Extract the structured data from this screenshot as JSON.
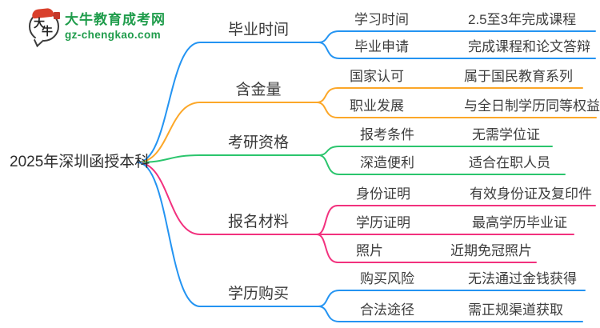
{
  "brand": {
    "name": "大牛教育成考网",
    "domain": "gz-chengkao.com",
    "seal_char1": "大",
    "seal_char2": "牛"
  },
  "central": {
    "label": "2025年深圳函授本科"
  },
  "colors": {
    "blue": "#2494F2",
    "orange": "#FCA728",
    "green": "#2BC56D",
    "pink": "#F2317E",
    "brand_green": "#1F9C4B",
    "brand_red": "#D9402C",
    "text": "#3D3D3D"
  },
  "branches": [
    {
      "label": "毕业时间",
      "color": "blue",
      "children": [
        {
          "label": "学习时间",
          "value": "2.5至3年完成课程"
        },
        {
          "label": "毕业申请",
          "value": "完成课程和论文答辩"
        }
      ]
    },
    {
      "label": "含金量",
      "color": "orange",
      "children": [
        {
          "label": "国家认可",
          "value": "属于国民教育系列"
        },
        {
          "label": "职业发展",
          "value": "与全日制学历同等权益"
        }
      ]
    },
    {
      "label": "考研资格",
      "color": "green",
      "children": [
        {
          "label": "报考条件",
          "value": "无需学位证"
        },
        {
          "label": "深造便利",
          "value": "适合在职人员"
        }
      ]
    },
    {
      "label": "报名材料",
      "color": "pink",
      "children": [
        {
          "label": "身份证明",
          "value": "有效身份证及复印件"
        },
        {
          "label": "学历证明",
          "value": "最高学历毕业证"
        },
        {
          "label": "照片",
          "value": "近期免冠照片"
        }
      ]
    },
    {
      "label": "学历购买",
      "color": "blue",
      "children": [
        {
          "label": "购买风险",
          "value": "无法通过金钱获得"
        },
        {
          "label": "合法途径",
          "value": "需正规渠道获取"
        }
      ]
    }
  ]
}
